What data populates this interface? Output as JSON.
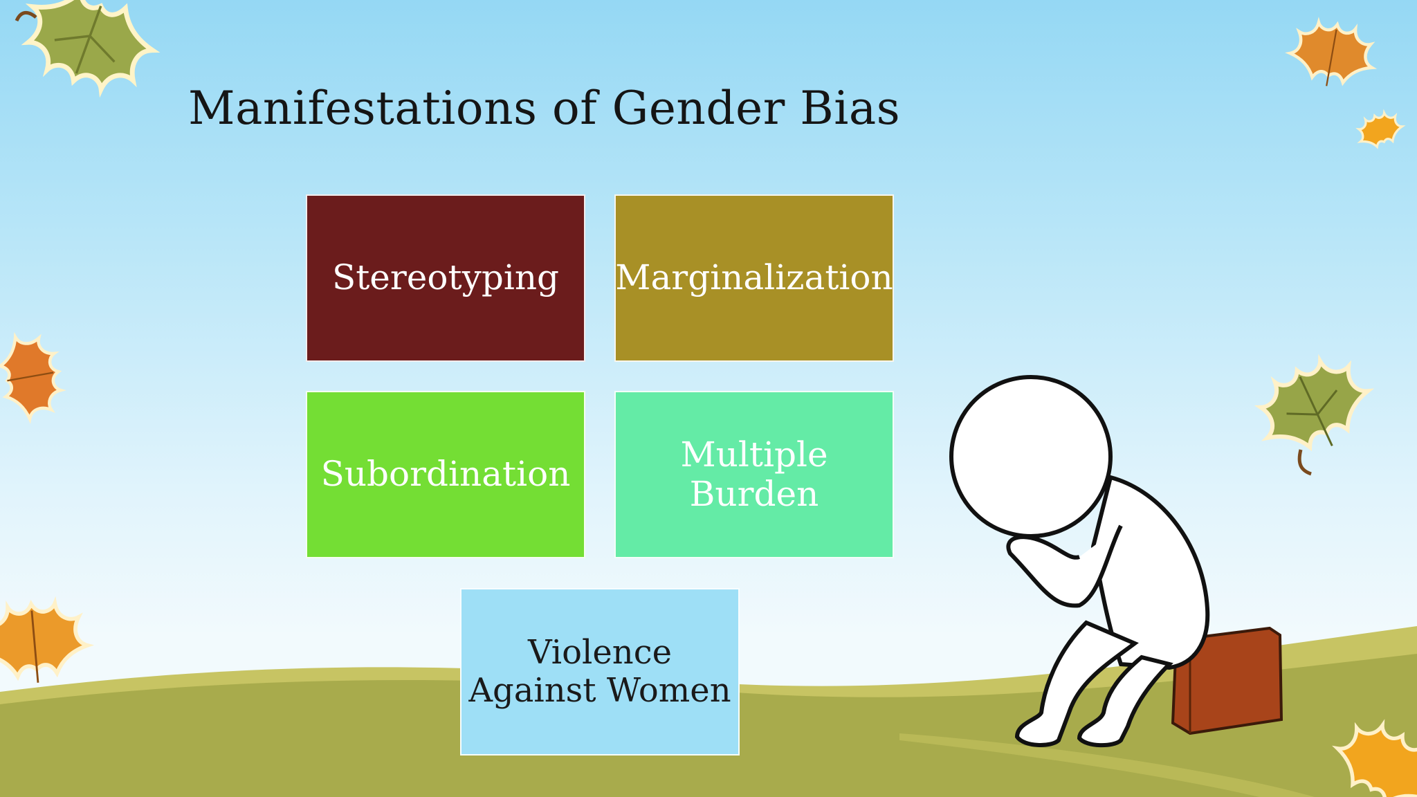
{
  "slide": {
    "title": "Manifestations of Gender Bias"
  },
  "boxes": [
    {
      "lines": [
        "Stereotyping"
      ],
      "color": "#6b1c1c"
    },
    {
      "lines": [
        "Marginalization"
      ],
      "color": "#a89026"
    },
    {
      "lines": [
        "Subordination"
      ],
      "color": "#74de34"
    },
    {
      "lines": [
        "Multiple Burden"
      ],
      "color": "#64eba6"
    },
    {
      "lines": [
        "Violence",
        "Against Women"
      ],
      "color": "#9edff6"
    }
  ],
  "illustration": {
    "figure": "sad-thinking-person-icon",
    "decorations": [
      "autumn-leaf-icon"
    ]
  },
  "colors": {
    "sky_top": "#95d8f4",
    "hill": "#a8ab4c"
  }
}
